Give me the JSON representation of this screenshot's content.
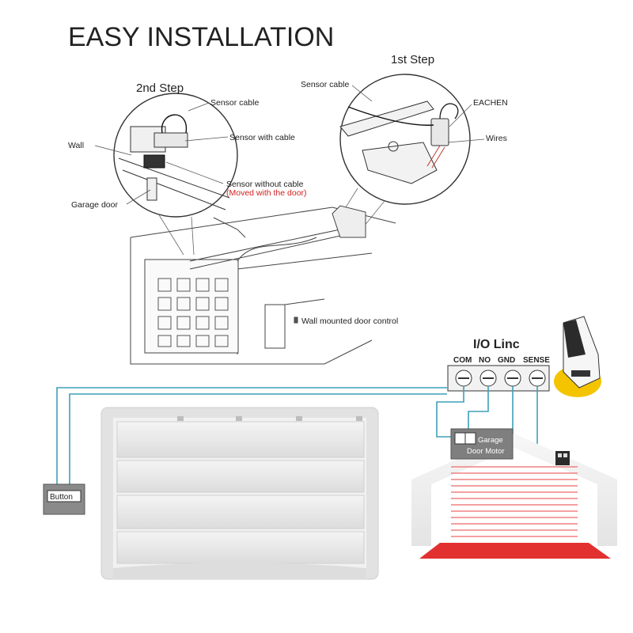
{
  "title": "EASY INSTALLATION",
  "steps": {
    "step1": {
      "label": "1st Step",
      "callouts": {
        "sensor_cable": "Sensor cable",
        "eachen": "EACHEN",
        "wires": "Wires"
      }
    },
    "step2": {
      "label": "2nd Step",
      "callouts": {
        "sensor_cable": "Sensor cable",
        "sensor_with_cable": "Sensor with cable",
        "wall": "Wall",
        "sensor_without_cable": "Sensor without cable",
        "moved_note": "(Moved with the door)",
        "garage_door": "Garage door"
      }
    }
  },
  "wall_control_label": "Wall mounted door control",
  "io": {
    "title": "I/O Linc",
    "terminals": [
      "COM",
      "NO",
      "GND",
      "SENSE"
    ]
  },
  "button_label": "Button",
  "motor_label": [
    "Garage",
    "Door Motor"
  ],
  "colors": {
    "wire": "#3fa0b8",
    "highlight": "#f4c400",
    "note_red": "#d42020",
    "beam_red": "#f08080"
  }
}
